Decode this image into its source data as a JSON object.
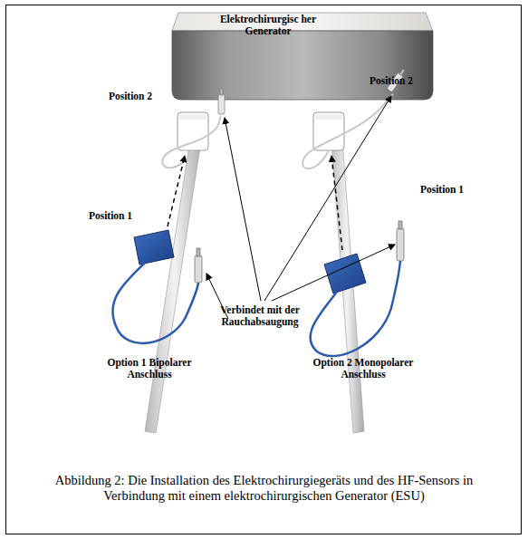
{
  "diagram": {
    "caption": "Abbildung 2: Die Installation des Elektrochirurgiegeräts und des HF-Sensors in Verbindung mit einem elektrochirurgischen Generator (ESU)",
    "nodes": [
      {
        "text": [
          "Elektrochirurgisc her Generator"
        ]
      }
    ],
    "labels": [
      "Position 2",
      "Position 2",
      "Position 1",
      "Position 1",
      "Verbindet mit der Rauchabsaugung",
      "Option 1 Bipolarer Anschluss",
      "Option 2 Monopolarer Anschluss"
    ]
  }
}
